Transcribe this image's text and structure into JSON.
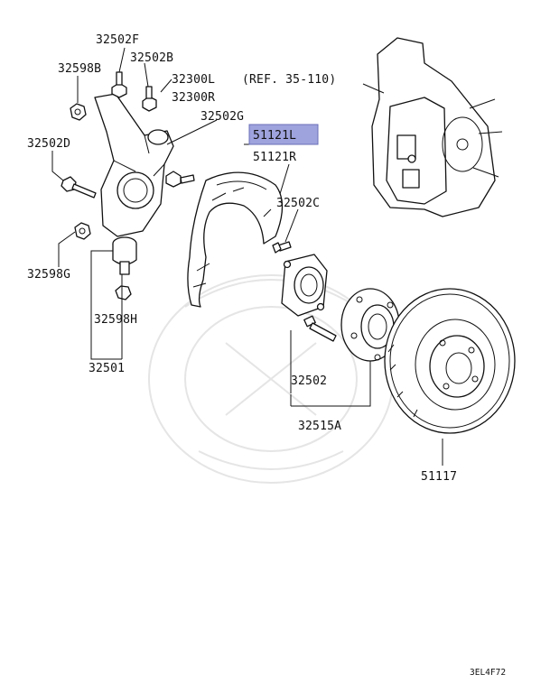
{
  "diagram": {
    "labels": {
      "l_32502F": "32502F",
      "l_32598B": "32598B",
      "l_32502B": "32502B",
      "l_32300L": "32300L",
      "l_32300R": "32300R",
      "l_32502G": "32502G",
      "l_32502D": "32502D",
      "l_51121L": "51121L",
      "l_51121R": "51121R",
      "l_32502C": "32502C",
      "l_32598G": "32598G",
      "l_32598H": "32598H",
      "l_32501": "32501",
      "l_32502": "32502",
      "l_32515A": "32515A",
      "l_51117": "51117",
      "l_ref": "(REF. 35-110)",
      "l_code": "3EL4F72"
    },
    "highlight_color": "#9fa3dd"
  }
}
